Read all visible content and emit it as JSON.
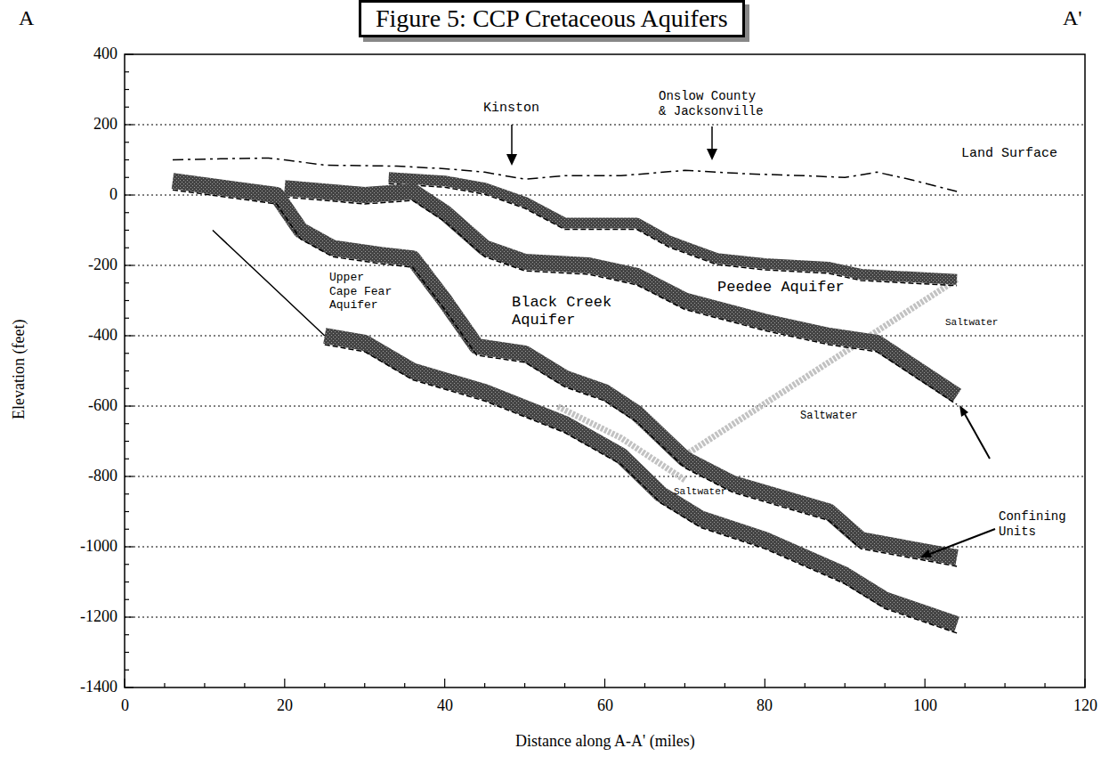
{
  "diagram": {
    "title": "Figure 5: CCP Cretaceous Aquifers",
    "labels": [
      "A",
      "A'",
      "400",
      "200",
      "0",
      "-200",
      "-400",
      "-600",
      "-800",
      "-1000",
      "-1200",
      "-1400",
      "0",
      "20",
      "40",
      "60",
      "80",
      "100",
      "120",
      "Elevation (feet)",
      "Distance along A-A' (miles)",
      "Kinston",
      "Onslow County & Jacksonville",
      "Land Surface",
      "Upper Cape Fear Aquifer",
      "Peedee Aquifer",
      "Black Creek Aquifer",
      "Saltwater",
      "Saltwater",
      "Saltwater",
      "Confining Units"
    ]
  }
}
